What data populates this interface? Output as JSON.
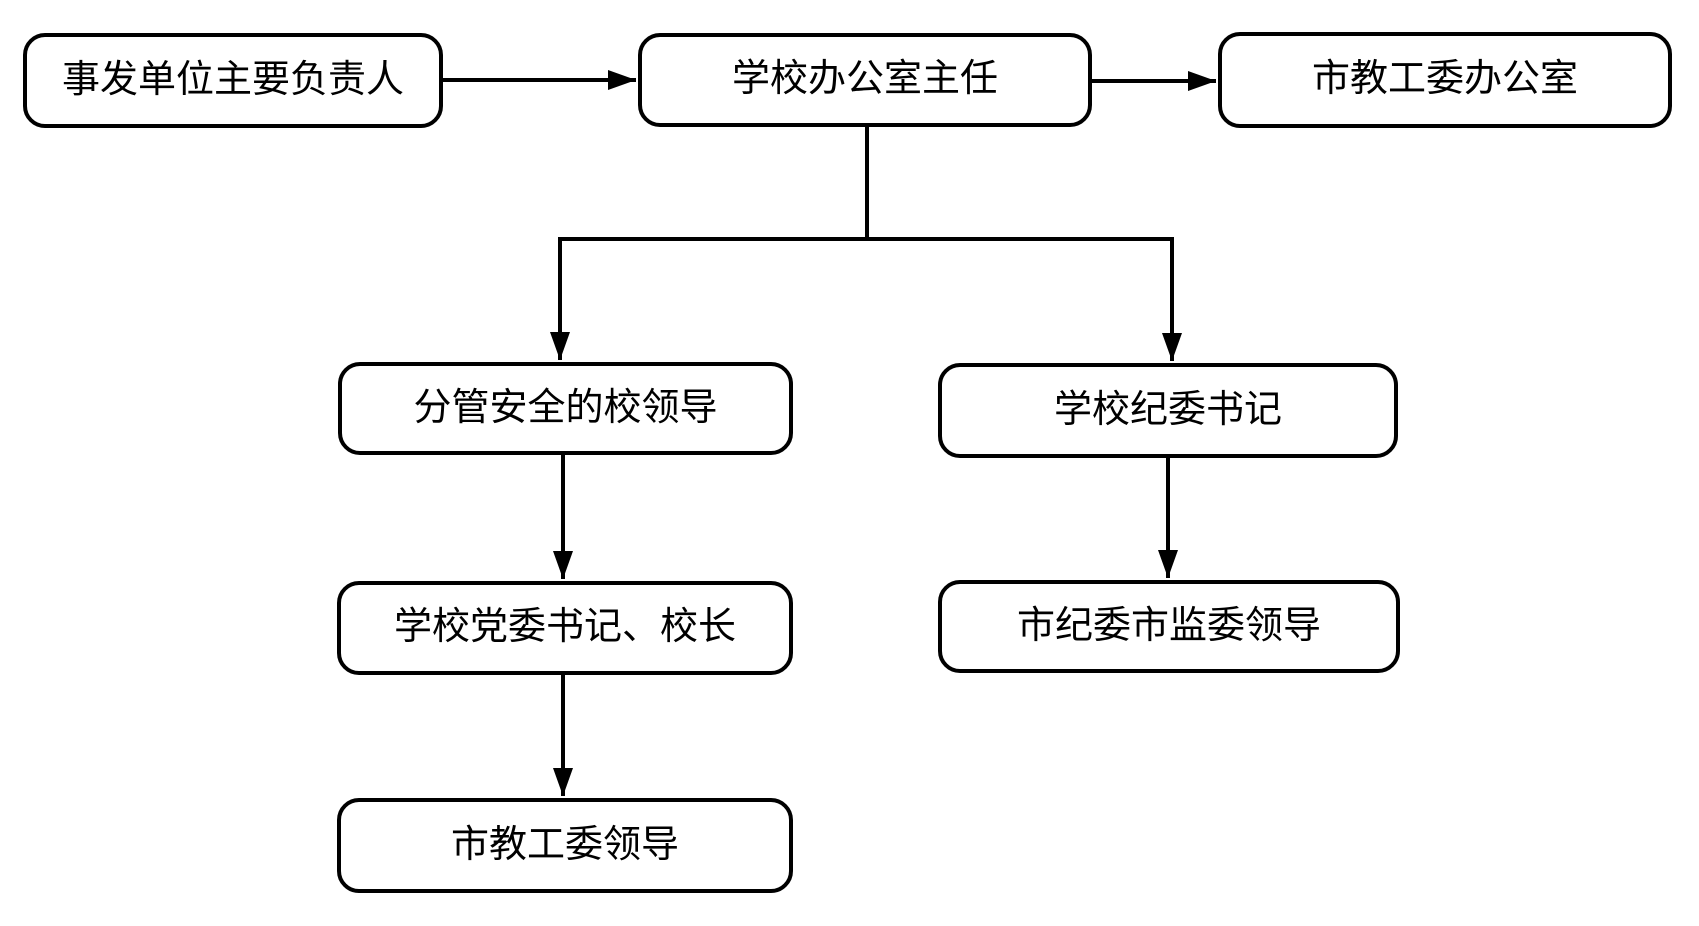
{
  "diagram": {
    "type": "flowchart",
    "title": "",
    "background_color": "#ffffff",
    "box_fill_color": "#ffffff",
    "box_border_color": "#000000",
    "connector_color": "#000000",
    "text_color": "#000000",
    "nodes": [
      {
        "id": "incident-unit-head",
        "label": "事发单位主要负责人"
      },
      {
        "id": "school-office-director",
        "label": "学校办公室主任"
      },
      {
        "id": "city-edu-committee-office",
        "label": "市教工委办公室"
      },
      {
        "id": "safety-school-leader",
        "label": "分管安全的校领导"
      },
      {
        "id": "school-discipline-secretary",
        "label": "学校纪委书记"
      },
      {
        "id": "party-secretary-president",
        "label": "学校党委书记、校长"
      },
      {
        "id": "city-discipline-supervision-leaders",
        "label": "市纪委市监委领导"
      },
      {
        "id": "city-edu-committee-leaders",
        "label": "市教工委领导"
      }
    ],
    "edges": [
      {
        "from": "事发单位主要负责人",
        "to": "学校办公室主任",
        "arrow": true
      },
      {
        "from": "学校办公室主任",
        "to": "市教工委办公室",
        "arrow": true
      },
      {
        "from": "学校办公室主任",
        "to": "分管安全的校领导",
        "arrow": true
      },
      {
        "from": "学校办公室主任",
        "to": "学校纪委书记",
        "arrow": true
      },
      {
        "from": "分管安全的校领导",
        "to": "学校党委书记、校长",
        "arrow": true
      },
      {
        "from": "学校纪委书记",
        "to": "市纪委市监委领导",
        "arrow": true
      },
      {
        "from": "学校党委书记、校长",
        "to": "市教工委领导",
        "arrow": true
      }
    ]
  }
}
